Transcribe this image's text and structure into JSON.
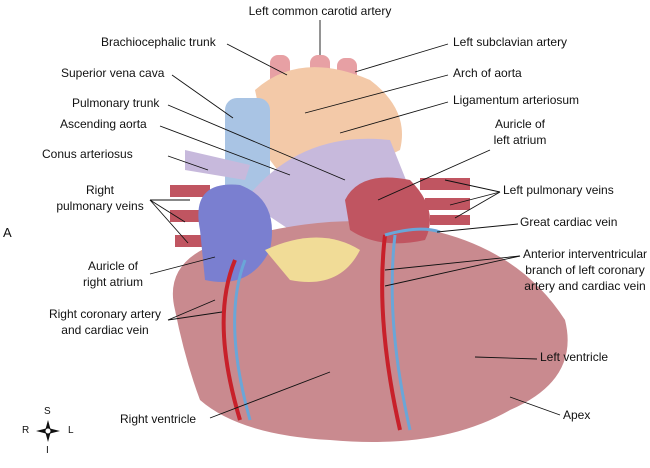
{
  "figure_letter": "A",
  "labels": {
    "left_common_carotid": "Left common carotid artery",
    "brachiocephalic": "Brachiocephalic trunk",
    "left_subclavian": "Left subclavian artery",
    "svc": "Superior vena cava",
    "arch_aorta": "Arch of aorta",
    "pulmonary_trunk": "Pulmonary trunk",
    "ligamentum": "Ligamentum arteriosum",
    "ascending_aorta": "Ascending aorta",
    "auricle_left_1": "Auricle of",
    "auricle_left_2": "left atrium",
    "conus": "Conus arteriosus",
    "right_pulm_1": "Right",
    "right_pulm_2": "pulmonary veins",
    "left_pulm": "Left pulmonary veins",
    "great_cardiac": "Great cardiac vein",
    "anterior_1": "Anterior interventricular",
    "anterior_2": "branch of left coronary",
    "anterior_3": "artery and cardiac vein",
    "auricle_right_1": "Auricle of",
    "auricle_right_2": "right atrium",
    "right_coronary_1": "Right coronary artery",
    "right_coronary_2": "and cardiac vein",
    "left_ventricle": "Left ventricle",
    "apex": "Apex",
    "right_ventricle": "Right ventricle"
  },
  "compass": {
    "superior": "S",
    "inferior": "I",
    "right": "R",
    "left": "L"
  },
  "colors": {
    "ventricle": "#c98a8f",
    "aorta": "#f3c9a8",
    "vena_cava": "#a9c4e4",
    "pulmonary_trunk": "#c7b9dc",
    "artery": "#c8202a",
    "vein": "#6aa6d8",
    "fat": "#f1dc97",
    "atrium": "#7a7fd0"
  }
}
